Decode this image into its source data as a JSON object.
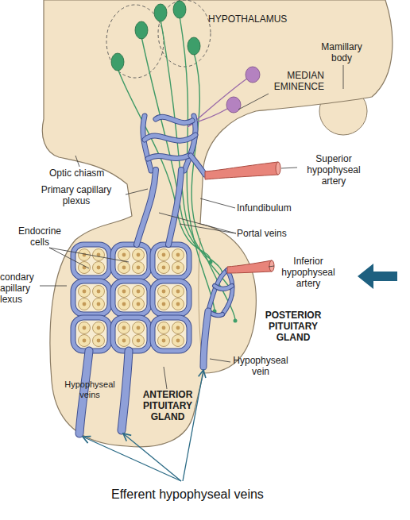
{
  "diagram": {
    "labels": [
      "HYPOTHALAMUS",
      "Mamillary body",
      "MEDIAN EMINENCE",
      "Optic chiasm",
      "Primary capillary plexus",
      "Superior hypophyseal artery",
      "Infundibulum",
      "Endocrine cells",
      "Portal veins",
      "condary apillary lexus",
      "Inferior hypophyseal artery",
      "POSTERIOR PITUITARY GLAND",
      "Hypophyseal vein",
      "Hypophyseal veins",
      "ANTERIOR PITUITARY GLAND",
      "Efferent hypophyseal veins"
    ]
  }
}
